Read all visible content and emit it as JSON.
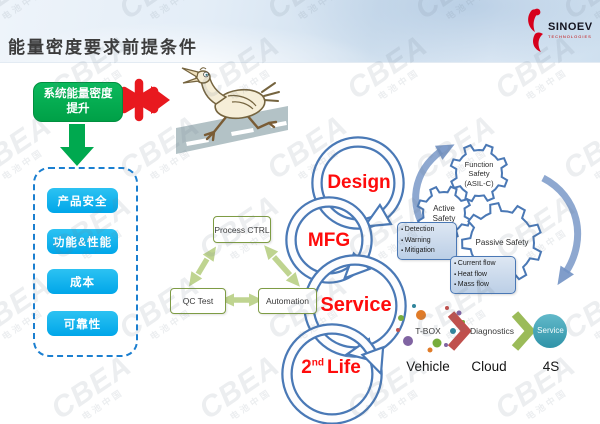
{
  "slide": {
    "title": "能量密度要求前提条件",
    "logo": {
      "name": "SINOEV",
      "sub": "TECHNOLOGIES"
    }
  },
  "watermark": {
    "brand": "CBEA",
    "sub": "电池中国"
  },
  "goal_box": {
    "line1": "系统能量密度",
    "line2": "提升"
  },
  "requirements": {
    "items": [
      "产品安全",
      "功能&性能",
      "成本",
      "可靠性"
    ]
  },
  "process_triangle": {
    "top": "Process CTRL",
    "left": "QC Test",
    "right": "Automation"
  },
  "lifecycle": {
    "stage1": "Design",
    "stage2": "MFG",
    "stage3": "Service",
    "stage4_num": "2",
    "stage4_sup": "nd",
    "stage4_rest": "Life"
  },
  "safety": {
    "function": {
      "line1": "Function",
      "line2": "Safety",
      "line3": "(ASIL-C)"
    },
    "active": {
      "line1": "Active",
      "line2": "Safety",
      "details": [
        "Detection",
        "Warning",
        "Mitigation"
      ]
    },
    "passive": {
      "label": "Passive Safety",
      "details": [
        "Current flow",
        "Heat flow",
        "Mass flow"
      ]
    }
  },
  "service_flow": {
    "tbox": "T-BOX",
    "diagnostics": "Diagnostics",
    "service": "Service",
    "labels": [
      "Vehicle",
      "Cloud",
      "4S"
    ]
  },
  "colors": {
    "goal_green": "#00a047",
    "button_blue": "#00a6e9",
    "alert_red": "#e8191f",
    "stage_red": "#ff0c0c",
    "ring_blue": "#4a78b5",
    "process_olive": "#7e9c44",
    "arrow_green": "#bfd490",
    "chevron_red": "#c0504d",
    "chevron_green": "#9bbb59",
    "service_teal": "#35a0b5"
  }
}
